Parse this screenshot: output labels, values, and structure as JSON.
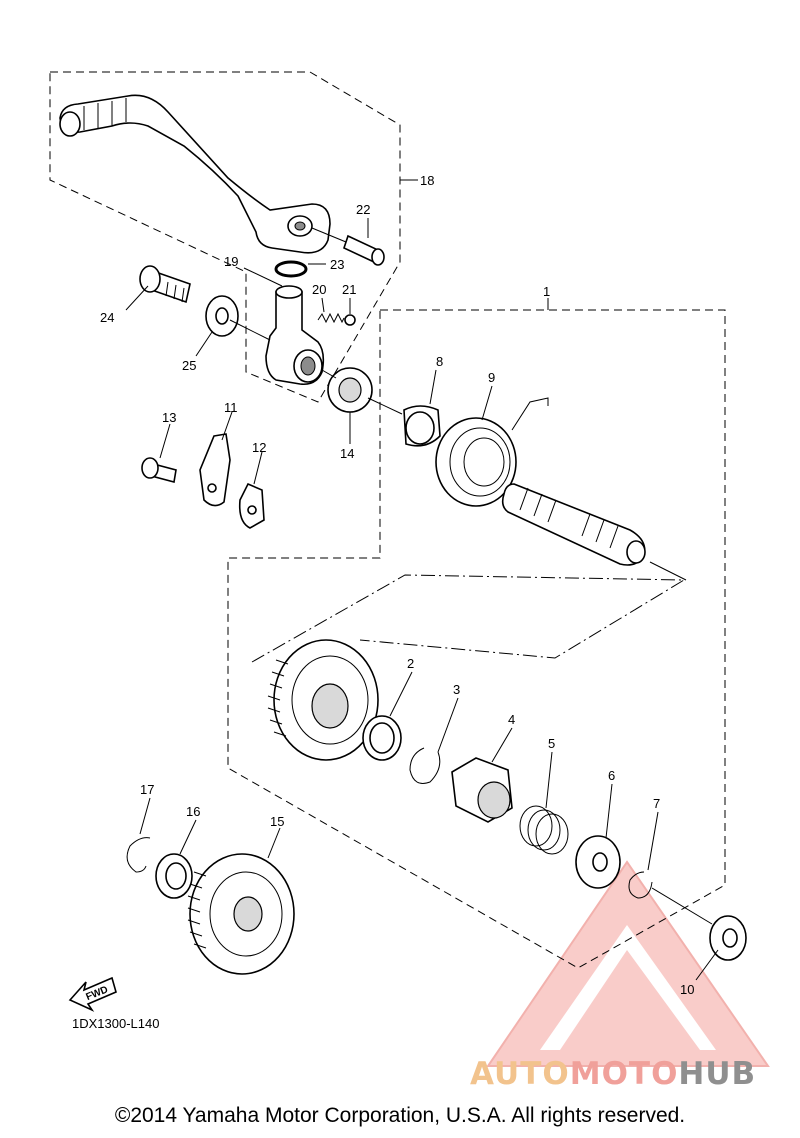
{
  "callouts": [
    "1",
    "2",
    "3",
    "4",
    "5",
    "6",
    "7",
    "10",
    "11",
    "12",
    "13",
    "14",
    "15",
    "16",
    "17",
    "18",
    "19",
    "20",
    "21",
    "22",
    "23",
    "24",
    "25",
    "8",
    "9"
  ],
  "fwd_label": "FWD",
  "diagram_code": "1DX1300-L140",
  "copyright": "©2014 Yamaha Motor Corporation, U.S.A. All rights reserved.",
  "watermark": {
    "part1": "AUTO",
    "part2": "MOTO",
    "part3": "HUB",
    "colors": {
      "auto": "#f2c38d",
      "moto": "#f0a09a",
      "hub": "#8f8f8f",
      "triangle": "#f08a84"
    }
  }
}
